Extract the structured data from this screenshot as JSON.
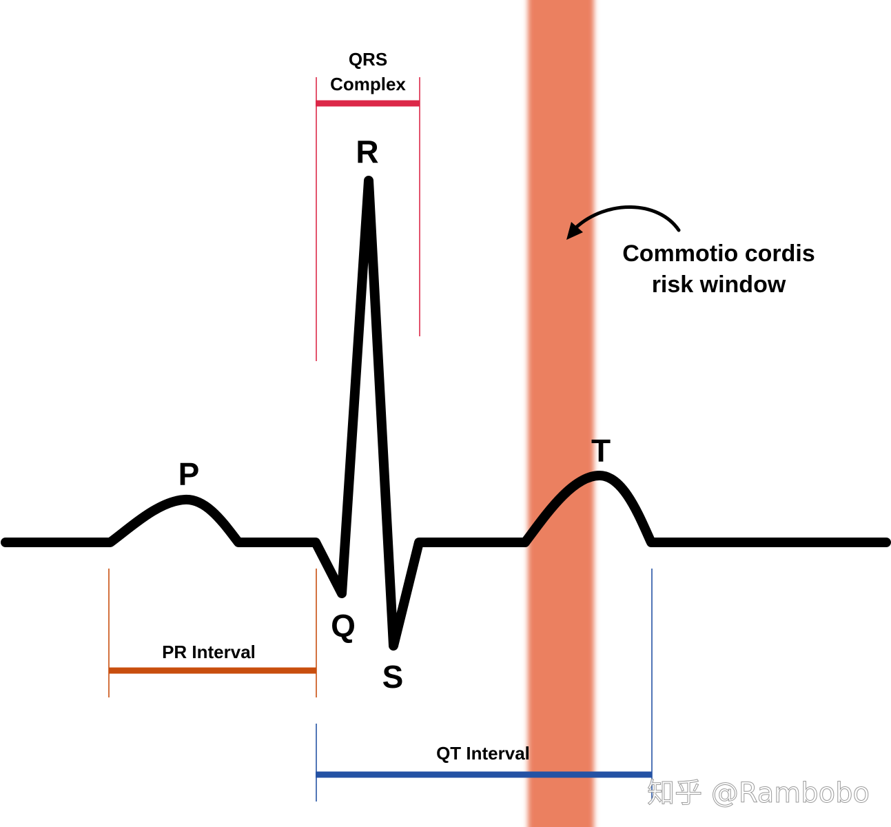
{
  "colors": {
    "waveform": "#000000",
    "risk_window": "#eb8060",
    "qrs_bracket": "#dc2848",
    "pr_bracket": "#c84e0e",
    "qt_bracket": "#2452a4"
  },
  "waves": {
    "p": "P",
    "q": "Q",
    "r": "R",
    "s": "S",
    "t": "T"
  },
  "intervals": {
    "qrs_line1": "QRS",
    "qrs_line2": "Complex",
    "pr": "PR Interval",
    "qt": "QT Interval"
  },
  "callout": {
    "line1": "Commotio cordis",
    "line2": "risk window",
    "arrow_icon": "curved-arrow-icon"
  },
  "watermark": "知乎 @Rambobo"
}
